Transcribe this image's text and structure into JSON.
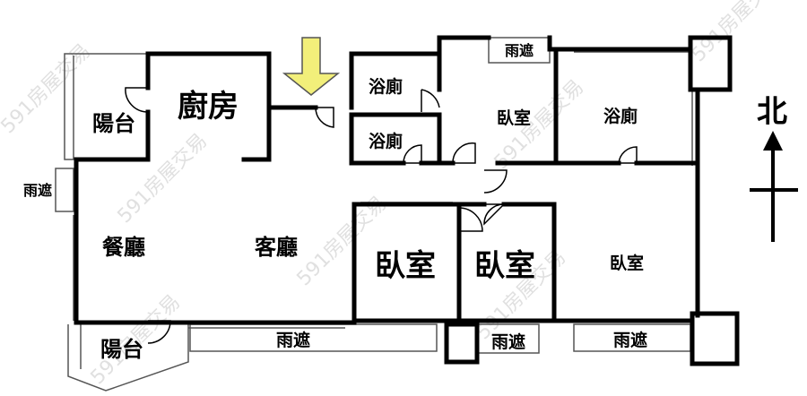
{
  "floorplan": {
    "rooms": {
      "kitchen": "廚房",
      "balcony_top": "陽台",
      "dining": "餐廳",
      "living": "客廳",
      "bath_1": "浴廁",
      "bath_2": "浴廁",
      "bedroom_top": "臥室",
      "bath_master": "浴廁",
      "bedroom_a": "臥室",
      "bedroom_b": "臥室",
      "bedroom_master": "臥室",
      "balcony_bottom": "陽台"
    },
    "awnings": {
      "left": "雨遮",
      "top": "雨遮",
      "bottom_left": "雨遮",
      "bottom_mid": "雨遮",
      "bottom_right": "雨遮"
    },
    "compass": {
      "north_label": "北"
    },
    "entrance_arrow": {
      "color": "#f2ef7a"
    },
    "watermark": "591房屋交易",
    "colors": {
      "wall": "#000000",
      "background": "#ffffff",
      "thin_line": "#555555"
    }
  }
}
